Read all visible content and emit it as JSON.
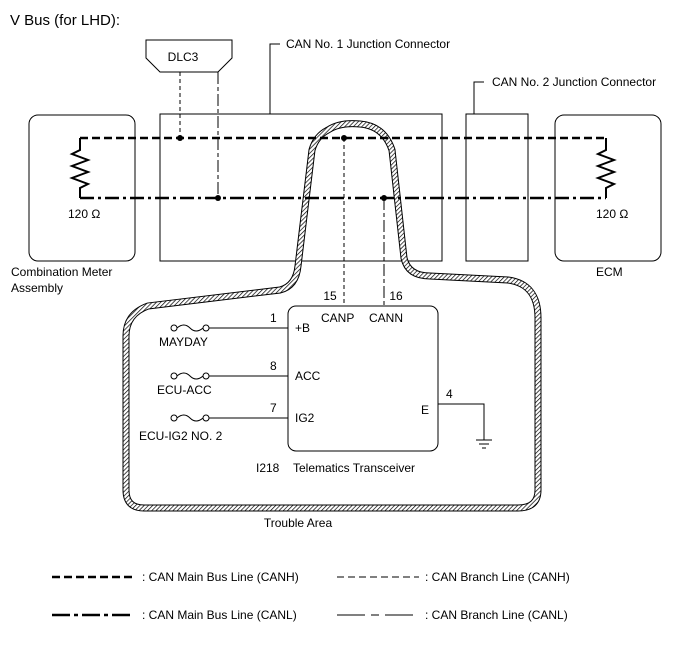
{
  "title": "V Bus (for LHD):",
  "dlc3": {
    "label": "DLC3"
  },
  "junction1": {
    "label": "CAN No. 1 Junction Connector"
  },
  "junction2": {
    "label": "CAN No. 2 Junction Connector"
  },
  "combination_meter": {
    "resistor": "120 Ω",
    "name_line1": "Combination Meter",
    "name_line2": "Assembly"
  },
  "ecm": {
    "resistor": "120 Ω",
    "name": "ECM"
  },
  "transceiver": {
    "pins": {
      "canp": "15",
      "cann": "16",
      "b": "1",
      "acc": "8",
      "ig2": "7",
      "e": "4"
    },
    "pin_names": {
      "canp": "CANP",
      "cann": "CANN",
      "b": "+B",
      "acc": "ACC",
      "ig2": "IG2",
      "e": "E"
    },
    "connector_id": "I218",
    "name": "Telematics Transceiver"
  },
  "fuses": {
    "mayday": "MAYDAY",
    "ecu_acc": "ECU-ACC",
    "ecu_ig2": "ECU-IG2 NO. 2"
  },
  "trouble_area": "Trouble Area",
  "legend": {
    "main_canh": ": CAN Main Bus Line (CANH)",
    "branch_canh": ": CAN Branch Line (CANH)",
    "main_canl": ": CAN Main Bus Line (CANL)",
    "branch_canl": ": CAN Branch Line (CANL)"
  }
}
